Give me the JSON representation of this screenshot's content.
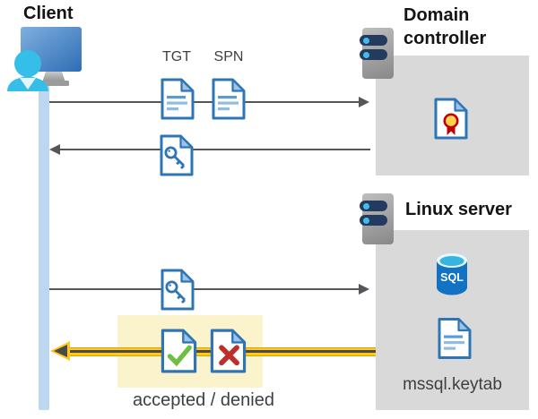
{
  "client": {
    "label": "Client"
  },
  "domain_controller": {
    "label": "Domain controller"
  },
  "linux_server": {
    "label": "Linux server",
    "sql_label": "SQL",
    "keytab_label": "mssql.keytab"
  },
  "flow": {
    "tgt_label": "TGT",
    "spn_label": "SPN",
    "result_label": "accepted / denied"
  },
  "icons": {
    "client-workstation-icon": "monitor-with-user",
    "server-icon": "rack-server",
    "certificate-icon": "document-with-rosette",
    "tgt-document-icon": "document",
    "spn-document-icon": "document",
    "key-document-icon": "document-with-key",
    "check-document-icon": "document-with-green-checkmark",
    "x-document-icon": "document-with-red-x",
    "sql-database-icon": "sql-cylinder",
    "keytab-document-icon": "document"
  },
  "colors": {
    "doc_blue": "#2E75B6",
    "doc_fold": "#9DC3E6",
    "doc_line": "#5B9BD5",
    "box_gray": "#D9D9D9",
    "lifeline_blue": "#BDD7F0",
    "arrow_gray": "#55565A",
    "highlight_yellow_fill": "#FAF3CC",
    "highlight_arrow_yellow": "#FFC81A",
    "highlight_arrow_edge": "#D8A500",
    "highlight_arrow_core": "#4A4A4A",
    "check_green": "#6FBE44",
    "cross_red": "#BE2F2B",
    "rosette_red": "#C00000",
    "rosette_yellow": "#FFD34D",
    "sql_blue": "#1173C2",
    "sql_cyan": "#35B5E0",
    "server_navy": "#243A5E",
    "server_dot_cyan": "#41BEE8",
    "text_dark": "#3F3F3F",
    "heading_black": "#141414"
  }
}
